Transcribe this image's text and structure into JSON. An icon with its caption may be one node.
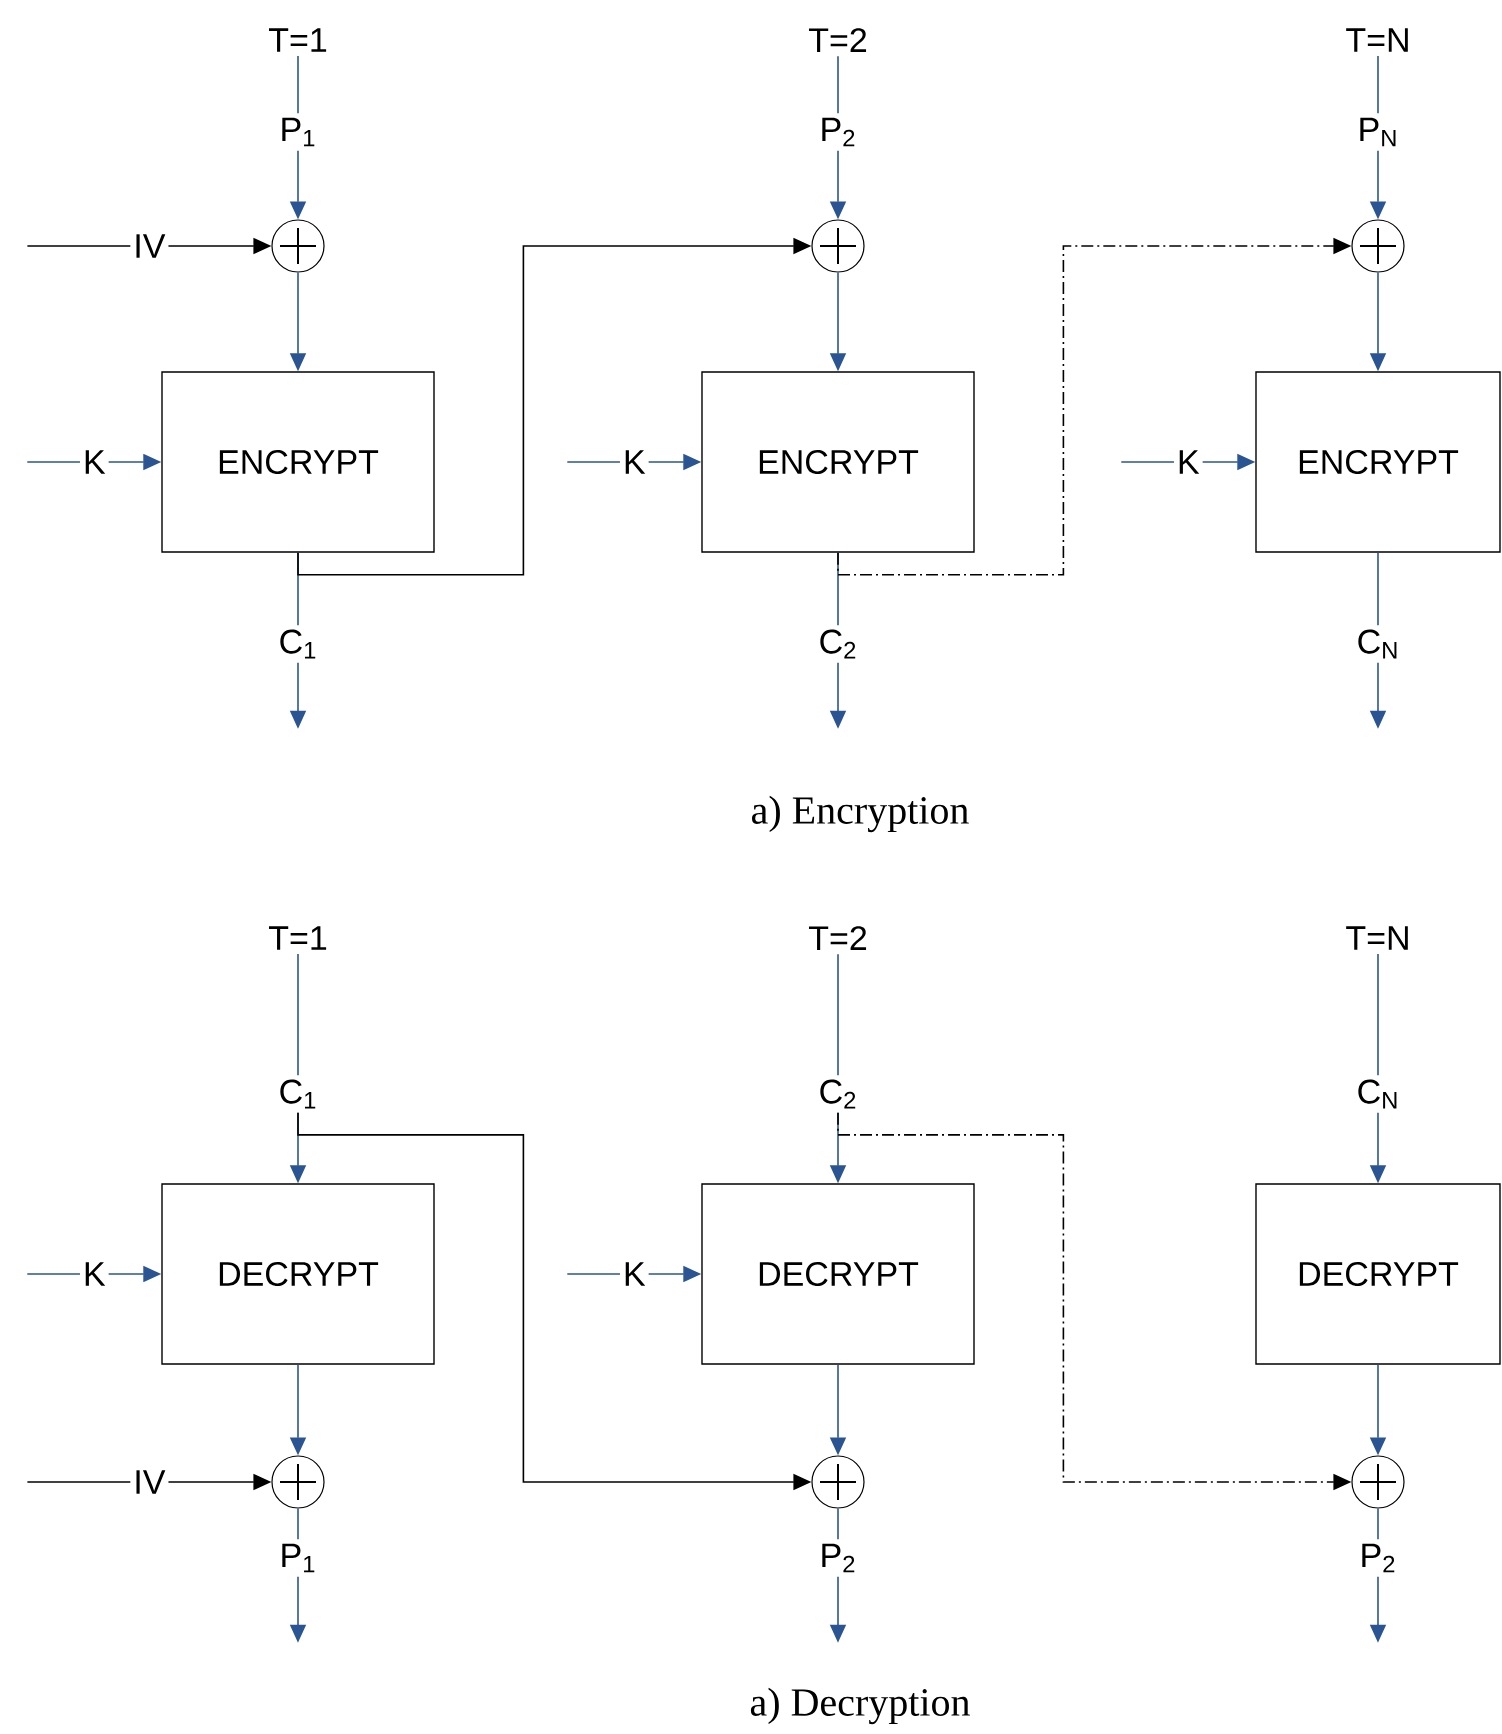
{
  "diagram": {
    "nodes": [
      {
        "text": [
          "T=1"
        ]
      },
      {
        "text": [
          "P$_{1}$"
        ]
      },
      {
        "text": [],
        "shape": "circle"
      },
      {
        "text": [
          "ENCRYPT"
        ]
      },
      {
        "text": [
          "C$_{1}$"
        ]
      },
      {
        "text": [
          "T=2"
        ]
      },
      {
        "text": [
          "P$_{2}$"
        ]
      },
      {
        "text": [],
        "shape": "circle"
      },
      {
        "text": [
          "ENCRYPT"
        ]
      },
      {
        "text": [
          "C$_{2}$"
        ]
      },
      {
        "text": [
          "T=N"
        ]
      },
      {
        "text": [
          "P$_{N}$"
        ]
      },
      {
        "text": [],
        "shape": "circle"
      },
      {
        "text": [
          "ENCRYPT"
        ]
      },
      {
        "text": [
          "C$_{N}$"
        ]
      },
      {
        "text": [
          "T=1"
        ]
      },
      {
        "text": [
          "C$_{1}$"
        ]
      },
      {
        "text": [
          "DECRYPT"
        ]
      },
      {
        "text": [],
        "shape": "circle"
      },
      {
        "text": [
          "P$_{1}$"
        ]
      },
      {
        "text": [
          "T=2"
        ]
      },
      {
        "text": [
          "C$_{2}$"
        ]
      },
      {
        "text": [
          "DECRYPT"
        ]
      },
      {
        "text": [],
        "shape": "circle"
      },
      {
        "text": [
          "P$_{2}$"
        ]
      },
      {
        "text": [
          "T=N"
        ]
      },
      {
        "text": [
          "C$_{N}$"
        ]
      },
      {
        "text": [
          "DECRYPT"
        ]
      },
      {
        "text": [],
        "shape": "circle"
      },
      {
        "text": [
          "P$_{2}$"
        ]
      }
    ],
    "edges": [
      {
        "from": 0,
        "to": 1,
        "arrow": "none"
      },
      {
        "from": 1,
        "to": 2,
        "arrow": "to"
      },
      {
        "from": null,
        "to": 2,
        "arrow": "to",
        "label": "IV",
        "color": "#000000"
      },
      {
        "from": 2,
        "to": 3,
        "arrow": "to"
      },
      {
        "from": null,
        "to": 3,
        "arrow": "to",
        "label": "K"
      },
      {
        "from": 3,
        "to": 4,
        "arrow": "none"
      },
      {
        "from": 4,
        "to": null,
        "arrow": "to"
      },
      {
        "from": 3,
        "to": 7,
        "arrow": "to",
        "color": "#000000"
      },
      {
        "from": 5,
        "to": 6,
        "arrow": "none"
      },
      {
        "from": 6,
        "to": 7,
        "arrow": "to"
      },
      {
        "from": 7,
        "to": 8,
        "arrow": "to"
      },
      {
        "from": null,
        "to": 8,
        "arrow": "to",
        "label": "K"
      },
      {
        "from": 8,
        "to": 9,
        "arrow": "none"
      },
      {
        "from": 9,
        "to": null,
        "arrow": "to"
      },
      {
        "from": 8,
        "to": 12,
        "arrow": "to",
        "style": "dashed",
        "color": "#000000"
      },
      {
        "from": 10,
        "to": 11,
        "arrow": "none"
      },
      {
        "from": 11,
        "to": 12,
        "arrow": "to"
      },
      {
        "from": 12,
        "to": 13,
        "arrow": "to"
      },
      {
        "from": null,
        "to": 13,
        "arrow": "to",
        "label": "K"
      },
      {
        "from": 13,
        "to": 14,
        "arrow": "none"
      },
      {
        "from": 14,
        "to": null,
        "arrow": "to"
      },
      {
        "from": 15,
        "to": 16,
        "arrow": "none"
      },
      {
        "from": 16,
        "to": 17,
        "arrow": "to"
      },
      {
        "from": null,
        "to": 17,
        "arrow": "to",
        "label": "K"
      },
      {
        "from": 17,
        "to": 18,
        "arrow": "to"
      },
      {
        "from": null,
        "to": 18,
        "arrow": "to",
        "label": "IV",
        "color": "#000000"
      },
      {
        "from": 18,
        "to": 19,
        "arrow": "none"
      },
      {
        "from": 19,
        "to": null,
        "arrow": "to"
      },
      {
        "from": 16,
        "to": 23,
        "arrow": "to",
        "color": "#000000"
      },
      {
        "from": 20,
        "to": 21,
        "arrow": "none"
      },
      {
        "from": 21,
        "to": 22,
        "arrow": "to"
      },
      {
        "from": null,
        "to": 22,
        "arrow": "to",
        "label": "K"
      },
      {
        "from": 22,
        "to": 23,
        "arrow": "to"
      },
      {
        "from": 23,
        "to": 24,
        "arrow": "none"
      },
      {
        "from": 24,
        "to": null,
        "arrow": "to"
      },
      {
        "from": 21,
        "to": 28,
        "arrow": "to",
        "style": "dashed",
        "color": "#000000"
      },
      {
        "from": 25,
        "to": 26,
        "arrow": "none"
      },
      {
        "from": 26,
        "to": 27,
        "arrow": "to"
      },
      {
        "from": 27,
        "to": 28,
        "arrow": "to"
      },
      {
        "from": 28,
        "to": 29,
        "arrow": "none"
      },
      {
        "from": 29,
        "to": null,
        "arrow": "to"
      }
    ],
    "labels": [
      "a) Encryption",
      "a) Decryption"
    ]
  }
}
